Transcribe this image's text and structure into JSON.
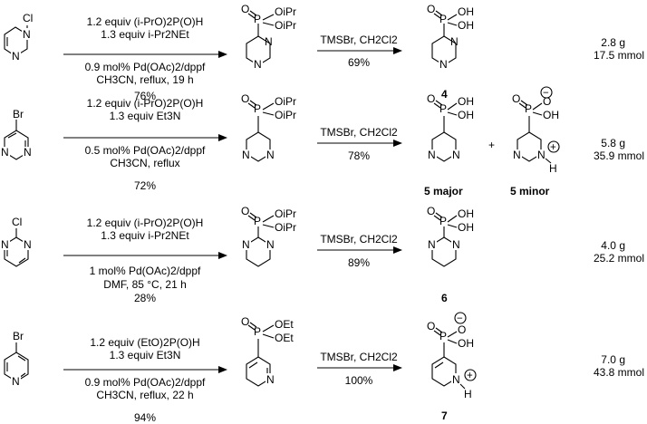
{
  "reactions": [
    {
      "sm_sub": "Cl",
      "step1_reagents": [
        "1.2 equiv (i-PrO)2P(O)H",
        "1.3 equiv i-Pr2NEt"
      ],
      "step1_conditions": [
        "0.9 mol% Pd(OAc)2/dppf",
        "CH3CN, reflux, 19 h"
      ],
      "step1_yield": "76%",
      "int_subs": [
        "OiPr",
        "OiPr"
      ],
      "step2_reagent": "TMSBr, CH2Cl2",
      "step2_yield": "69%",
      "product_label": "4",
      "mass": "2.8 g",
      "mmol": "17.5 mmol"
    },
    {
      "sm_sub": "Br",
      "step1_reagents": [
        "1.2 equiv (i-PrO)2P(O)H",
        "1.3 equiv Et3N"
      ],
      "step1_conditions": [
        "0.5 mol% Pd(OAc)2/dppf",
        "CH3CN, reflux"
      ],
      "step1_yield": "72%",
      "int_subs": [
        "OiPr",
        "OiPr"
      ],
      "step2_reagent": "TMSBr, CH2Cl2",
      "step2_yield": "78%",
      "product_label": "5 major",
      "product_label_2": "5 minor",
      "plus": "+",
      "mass": "5.8 g",
      "mmol": "35.9 mmol"
    },
    {
      "sm_sub": "Cl",
      "step1_reagents": [
        "1.2 equiv (i-PrO)2P(O)H",
        "1.3 equiv i-Pr2NEt"
      ],
      "step1_conditions": [
        "1 mol% Pd(OAc)2/dppf",
        "DMF, 85 °C, 21 h"
      ],
      "step1_yield": "28%",
      "int_subs": [
        "OiPr",
        "OiPr"
      ],
      "step2_reagent": "TMSBr, CH2Cl2",
      "step2_yield": "89%",
      "product_label": "6",
      "mass": "4.0 g",
      "mmol": "25.2 mmol"
    },
    {
      "sm_sub": "Br",
      "step1_reagents": [
        "1.2 equiv (EtO)2P(O)H",
        "1.3 equiv Et3N"
      ],
      "step1_conditions": [
        "0.9 mol% Pd(OAc)2/dppf",
        "CH3CN, reflux, 22 h"
      ],
      "step1_yield": "94%",
      "int_subs": [
        "OEt",
        "OEt"
      ],
      "step2_reagent": "TMSBr, CH2Cl2",
      "step2_yield": "100%",
      "product_label": "7",
      "mass": "7.0 g",
      "mmol": "43.8 mmol"
    }
  ],
  "atoms": {
    "N": "N",
    "P": "P",
    "O": "O",
    "OH": "OH",
    "H": "H",
    "plus_charge": "+",
    "minus_charge": "−"
  }
}
